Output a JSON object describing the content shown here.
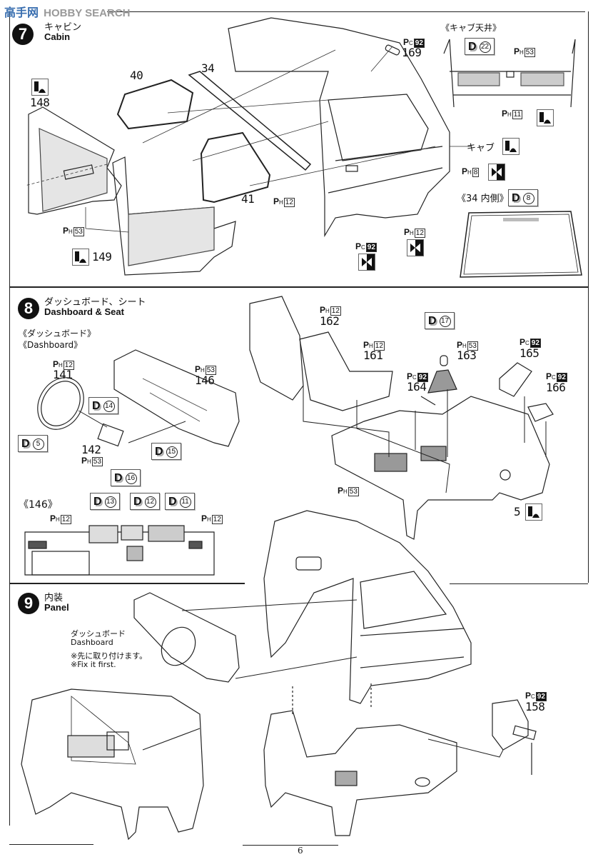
{
  "watermark": {
    "text": "HOBBY SEARCH",
    "logo": "高手网"
  },
  "page_number": "6",
  "steps": [
    {
      "number": "7",
      "title_jp": "キャビン",
      "title_en": "Cabin"
    },
    {
      "number": "8",
      "title_jp": "ダッシュボード、シート",
      "title_en": "Dashboard & Seat"
    },
    {
      "number": "9",
      "title_jp": "内装",
      "title_en": "Panel"
    }
  ],
  "step7": {
    "parts": {
      "p148": "148",
      "p40": "40",
      "p34": "34",
      "p41": "41",
      "p149": "149",
      "p169": "169"
    },
    "paint": {
      "ph53_door": {
        "prefix": "P",
        "sub": "H",
        "code": "53"
      },
      "ph12_window": {
        "prefix": "P",
        "sub": "H",
        "code": "12"
      },
      "pc92_handle": {
        "prefix": "P",
        "sub": "C",
        "code": "92"
      },
      "ph12_body": {
        "prefix": "P",
        "sub": "H",
        "code": "12"
      },
      "ph8_light": {
        "prefix": "P",
        "sub": "H",
        "code": "8"
      },
      "pc92_mirror": {
        "prefix": "P",
        "sub": "C",
        "code": "92"
      },
      "ph53_roof": {
        "prefix": "P",
        "sub": "H",
        "code": "53"
      },
      "ph11_roof": {
        "prefix": "P",
        "sub": "H",
        "code": "11"
      }
    },
    "roof_detail": {
      "label": "《キャブ天井》",
      "decal": "22"
    },
    "cab_label": "キャブ",
    "windshield_detail": {
      "label": "《34 内側》",
      "decal": "8"
    }
  },
  "step8": {
    "dashboard_label_jp": "《ダッシュボード》",
    "dashboard_label_en": "《Dashboard》",
    "parts": {
      "p141": "141",
      "p146": "146",
      "p142": "142",
      "p162": "162",
      "p161": "161",
      "p163": "163",
      "p164": "164",
      "p165": "165",
      "p166": "166",
      "p5": "5"
    },
    "paint": {
      "ph12_wheel": {
        "prefix": "P",
        "sub": "H",
        "code": "12"
      },
      "ph53_dash": {
        "prefix": "P",
        "sub": "H",
        "code": "53"
      },
      "ph53_stalk": {
        "prefix": "P",
        "sub": "H",
        "code": "53"
      },
      "ph12_seat162": {
        "prefix": "P",
        "sub": "H",
        "code": "12"
      },
      "ph12_seat161": {
        "prefix": "P",
        "sub": "H",
        "code": "12"
      },
      "ph53_shift": {
        "prefix": "P",
        "sub": "H",
        "code": "53"
      },
      "pc92_164": {
        "prefix": "P",
        "sub": "C",
        "code": "92"
      },
      "pc92_165": {
        "prefix": "P",
        "sub": "C",
        "code": "92"
      },
      "pc92_166": {
        "prefix": "P",
        "sub": "C",
        "code": "92"
      },
      "ph53_floor": {
        "prefix": "P",
        "sub": "H",
        "code": "53"
      },
      "ph12_146_left": {
        "prefix": "P",
        "sub": "H",
        "code": "12"
      },
      "ph12_146_right": {
        "prefix": "P",
        "sub": "H",
        "code": "12"
      }
    },
    "decals": {
      "d5": "5",
      "d14": "14",
      "d15": "15",
      "d17": "17",
      "d16": "16",
      "d13": "13",
      "d12": "12",
      "d11": "11"
    },
    "detail_146_label": "《146》"
  },
  "step9": {
    "note_jp": "ダッシュボード",
    "note_en": "Dashboard",
    "note2_jp": "※先に取り付けます。",
    "note2_en": "※Fix it first.",
    "parts": {
      "p158": "158"
    },
    "paint": {
      "pc92_158": {
        "prefix": "P",
        "sub": "C",
        "code": "92"
      }
    }
  },
  "decal_letter": "D"
}
